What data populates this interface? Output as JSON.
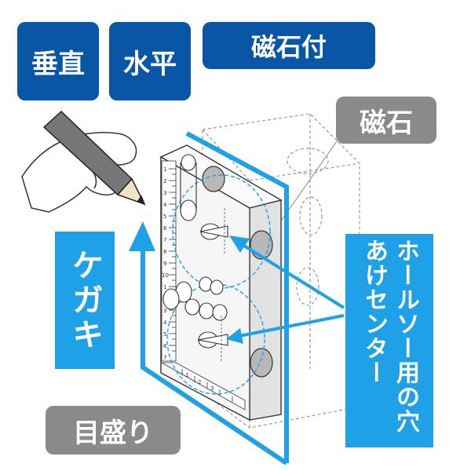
{
  "labels": {
    "vertical": "垂直",
    "horizontal": "水平",
    "magnet_attached": "磁石付",
    "magnet": "磁石",
    "marking": "ケガキ",
    "holesaw_center": "ホールソー用の穴あけセンター",
    "scale": "目盛り"
  },
  "ruler_ticks": [
    "1",
    "2",
    "3",
    "4",
    "5",
    "6",
    "7",
    "8",
    "9",
    "10",
    "1",
    "2",
    "3",
    "4",
    "5",
    "6",
    "7"
  ],
  "bottom_ticks": [
    "1",
    "2",
    "3"
  ],
  "icons": [
    "pencil-icon",
    "hand-icon"
  ],
  "colors": {
    "dark_blue": "#0a56a6",
    "cyan": "#1fa1e8",
    "gray": "#8a8a8a"
  }
}
